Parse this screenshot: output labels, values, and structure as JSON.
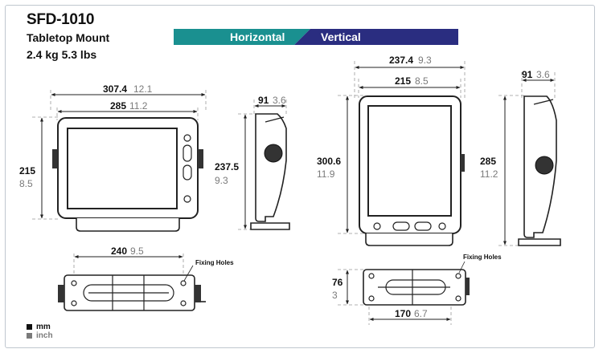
{
  "header": {
    "model": "SFD-1010",
    "mount": "Tabletop Mount",
    "weight": "2.4 kg 5.3 lbs"
  },
  "banner": {
    "horizontal": "Horizontal",
    "vertical": "Vertical",
    "colors": {
      "horizontal": "#1a9090",
      "vertical": "#2a2d80"
    }
  },
  "legend": [
    {
      "label": "mm",
      "color": "#111111"
    },
    {
      "label": "inch",
      "color": "#7a7a7a"
    }
  ],
  "horizontal": {
    "width_overall": {
      "mm": "307.4",
      "in": "12.1"
    },
    "width_body": {
      "mm": "285",
      "in": "11.2"
    },
    "height": {
      "mm": "215",
      "in": "8.5"
    },
    "side_depth": {
      "mm": "91",
      "in": "3.6"
    },
    "side_height": {
      "mm": "237.5",
      "in": "9.3"
    },
    "bottom_holes": {
      "mm": "240",
      "in": "9.5"
    },
    "fixing_holes": "Fixing Holes"
  },
  "vertical": {
    "width_overall": {
      "mm": "237.4",
      "in": "9.3"
    },
    "width_body": {
      "mm": "215",
      "in": "8.5"
    },
    "height": {
      "mm": "300.6",
      "in": "11.9"
    },
    "side_depth": {
      "mm": "91",
      "in": "3.6"
    },
    "side_height": {
      "mm": "285",
      "in": "11.2"
    },
    "bottom_depth": {
      "mm": "76",
      "in": "3"
    },
    "bottom_holes": {
      "mm": "170",
      "in": "6.7"
    },
    "fixing_holes": "Fixing Holes"
  }
}
